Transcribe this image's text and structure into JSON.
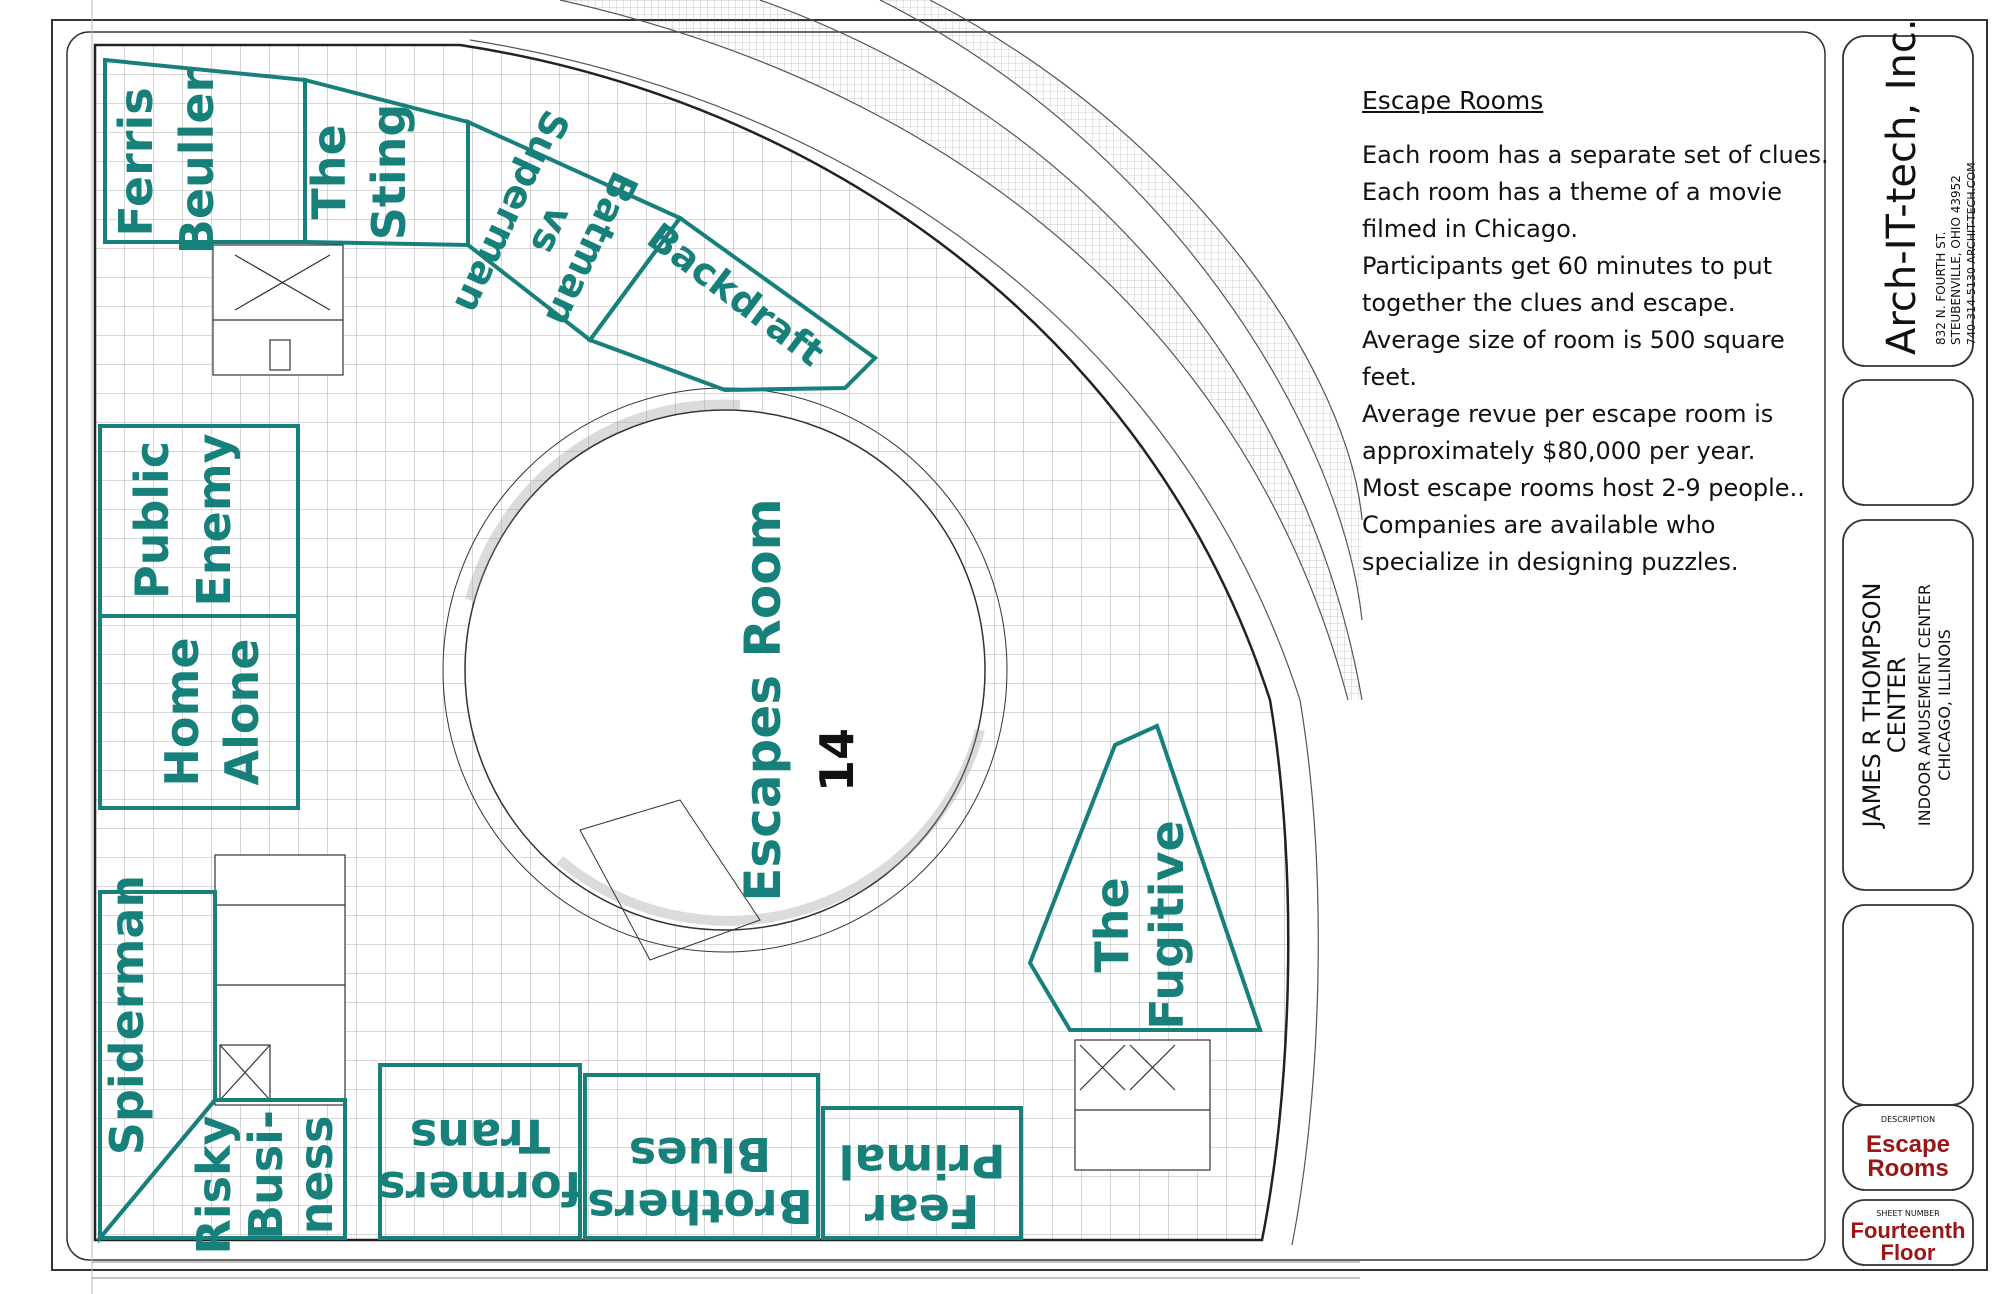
{
  "rooms": {
    "ferris": {
      "line1": "Ferris",
      "line2": "Beuller"
    },
    "sting": {
      "line1": "The",
      "line2": "Sting"
    },
    "batman": {
      "line1": "Batman",
      "line2": "vs",
      "line3": "Superman"
    },
    "backdraft": {
      "line1": "Backdraft"
    },
    "public_enemy": {
      "line1": "Public",
      "line2": "Enemy"
    },
    "home_alone": {
      "line1": "Home",
      "line2": "Alone"
    },
    "spiderman": {
      "line1": "Spiderman"
    },
    "risky": {
      "line1": "Risky",
      "line2": "Busi-",
      "line3": "ness"
    },
    "transformers": {
      "line1": "Trans",
      "line2": "formers"
    },
    "blues": {
      "line1": "Blues",
      "line2": "Brothers"
    },
    "primal": {
      "line1": "Primal",
      "line2": "Fear"
    },
    "fugitive": {
      "line1": "The",
      "line2": "Fugitive"
    },
    "center": {
      "line1": "Escapes Room",
      "line2": "14"
    }
  },
  "notes": {
    "title": "Escape Rooms",
    "lines": [
      "Each room has a separate set of clues.",
      "Each room has a theme of a movie filmed in Chicago.",
      "Participants get 60 minutes to put together the clues and escape.",
      "Average size of room is 500 square feet.",
      "Average revue per escape room is approximately $80,000 per year.",
      "Most escape rooms host 2-9 people..",
      "Companies are available who specialize in designing puzzles."
    ]
  },
  "title_block": {
    "company": "Arch-IT-tech, Inc.",
    "address1": "832 N. FOURTH ST.",
    "address2": "STEUBENVILLE, OHIO 43952",
    "address3": "740-314-5130  ARCHIT-TECH.COM",
    "project1": "JAMES R THOMPSON",
    "project2": "CENTER",
    "project3": "INDOOR AMUSEMENT CENTER",
    "project4": "CHICAGO, ILLINOIS",
    "description_label": "DESCRIPTION",
    "description1": "Escape",
    "description2": "Rooms",
    "sheet_label": "SHEET NUMBER",
    "sheet1": "Fourteenth",
    "sheet2": "Floor"
  },
  "colors": {
    "room_outline": "#17807a",
    "title_red": "#9b1515",
    "line": "#222222"
  }
}
